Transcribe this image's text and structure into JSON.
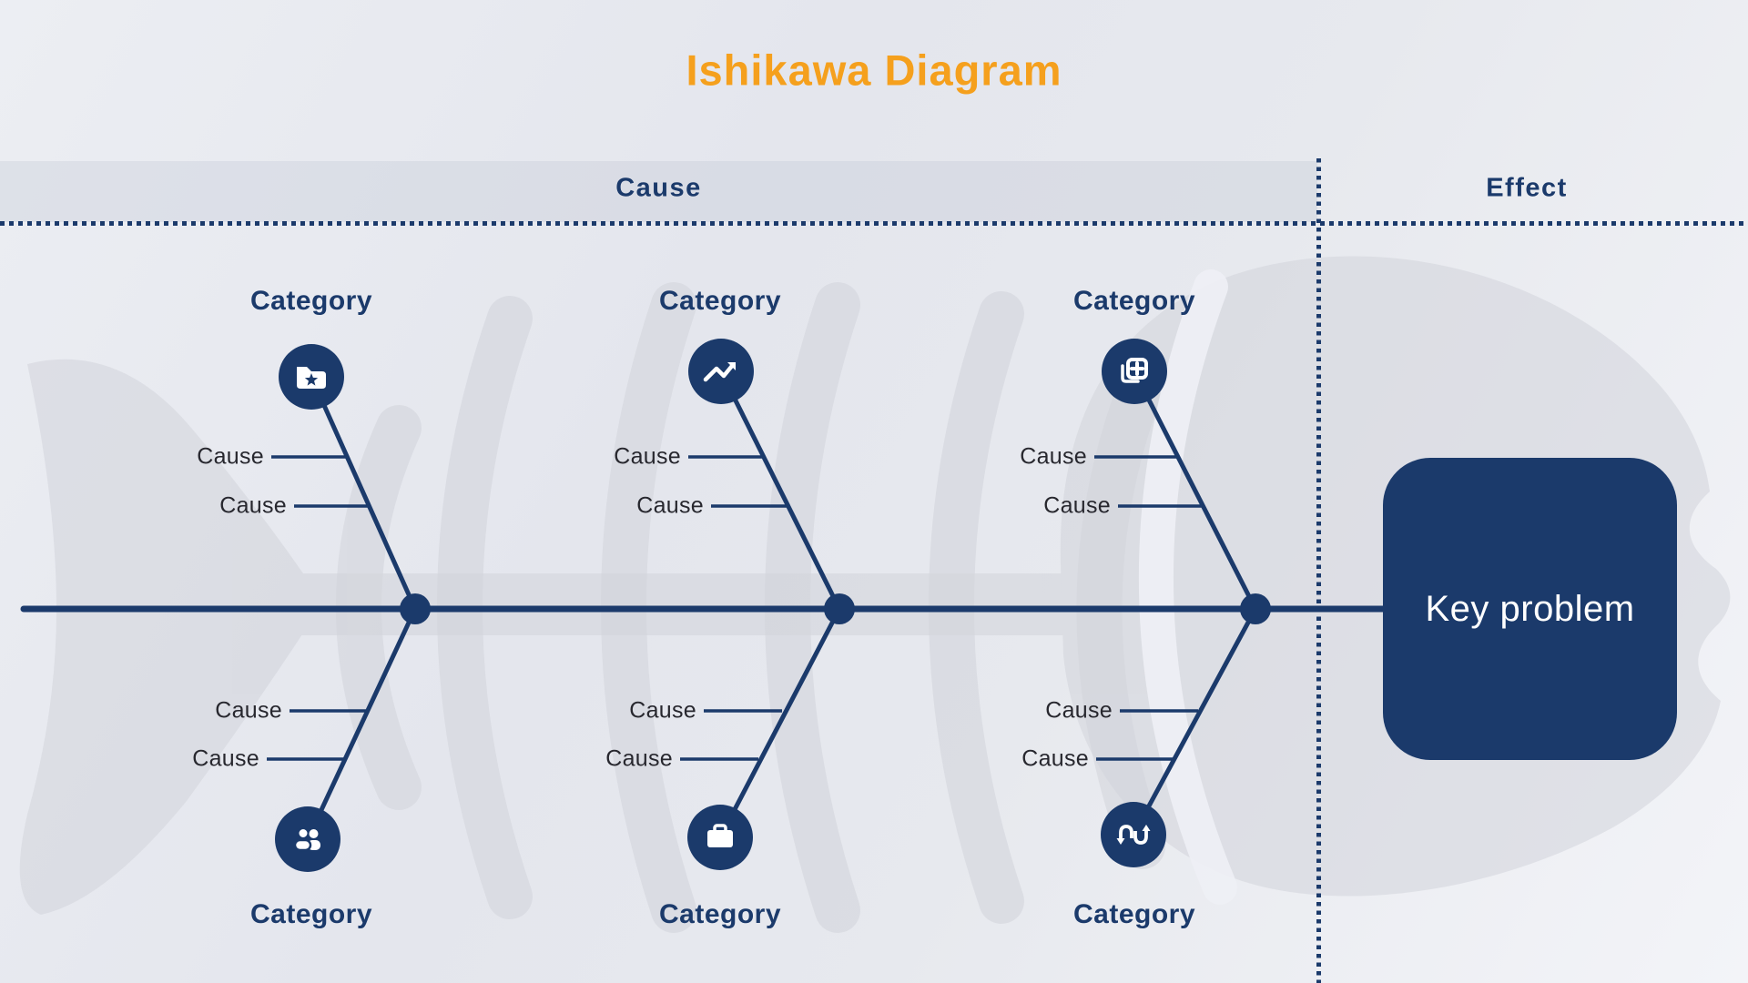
{
  "title": "Ishikawa Diagram",
  "colors": {
    "navy": "#1B3A6B",
    "orange": "#F5A01D",
    "text-dark": "#27272E",
    "watermark": "#D2D4DB",
    "white": "#FFFFFF"
  },
  "header": {
    "cause_label": "Cause",
    "effect_label": "Effect"
  },
  "effect": {
    "key_problem_label": "Key problem"
  },
  "branches": [
    {
      "position": "top-1",
      "category": "Category",
      "icon": "folder-star-icon",
      "causes": [
        "Cause",
        "Cause"
      ]
    },
    {
      "position": "top-2",
      "category": "Category",
      "icon": "trending-up-icon",
      "causes": [
        "Cause",
        "Cause"
      ]
    },
    {
      "position": "top-3",
      "category": "Category",
      "icon": "add-copy-icon",
      "causes": [
        "Cause",
        "Cause"
      ]
    },
    {
      "position": "bottom-1",
      "category": "Category",
      "icon": "people-icon",
      "causes": [
        "Cause",
        "Cause"
      ]
    },
    {
      "position": "bottom-2",
      "category": "Category",
      "icon": "briefcase-icon",
      "causes": [
        "Cause",
        "Cause"
      ]
    },
    {
      "position": "bottom-3",
      "category": "Category",
      "icon": "swap-arrows-icon",
      "causes": [
        "Cause",
        "Cause"
      ]
    }
  ]
}
